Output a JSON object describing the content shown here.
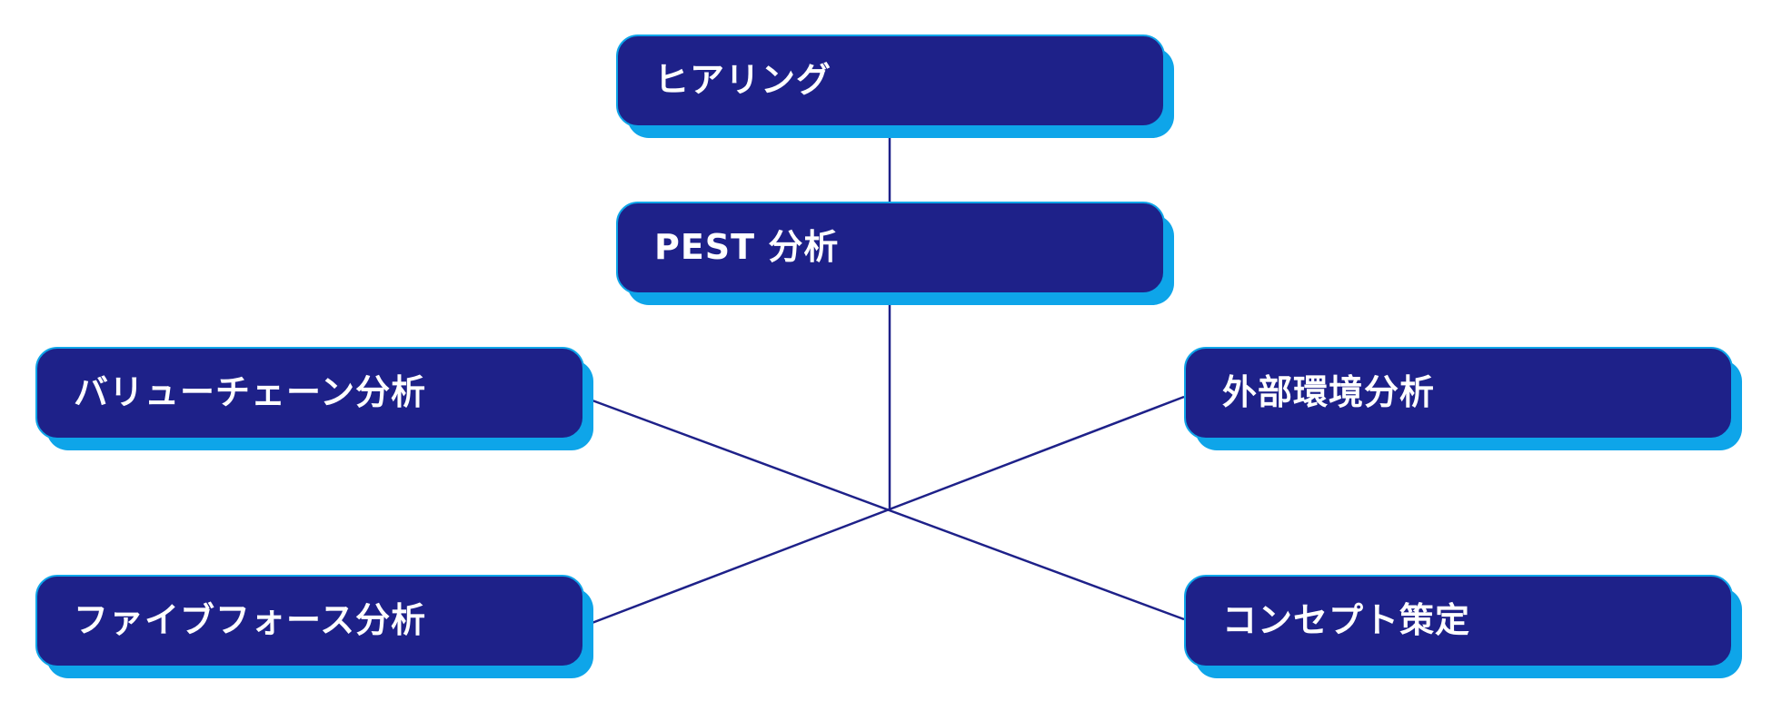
{
  "colors": {
    "node_fill": "#1e2189",
    "node_shadow": "#0ea5e9",
    "connector": "#1e2189",
    "background": "#ffffff",
    "text": "#ffffff"
  },
  "nodes": {
    "hearing": {
      "label": "ヒアリング"
    },
    "pest": {
      "label": "PEST 分析"
    },
    "value_chain": {
      "label": "バリューチェーン分析"
    },
    "external_env": {
      "label": "外部環境分析"
    },
    "five_forces": {
      "label": "ファイブフォース分析"
    },
    "concept": {
      "label": "コンセプト策定"
    }
  },
  "connections": [
    {
      "from": "hearing",
      "to": "pest"
    },
    {
      "from": "pest",
      "to": "hub"
    },
    {
      "from": "value_chain",
      "to": "concept"
    },
    {
      "from": "external_env",
      "to": "five_forces"
    }
  ]
}
